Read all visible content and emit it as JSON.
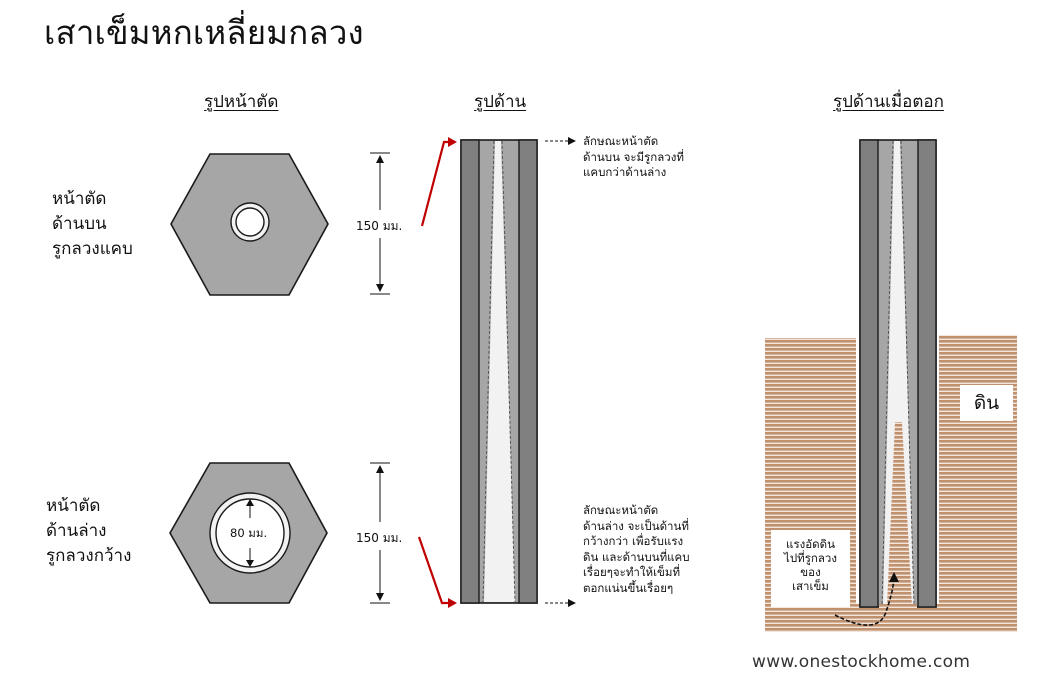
{
  "title": "เสาเข็มหกเหลี่ยมกลวง",
  "headers": {
    "cross_section": "รูปหน้าตัด",
    "side_view": "รูปด้าน",
    "side_view_driven": "รูปด้านเมื่อตอก"
  },
  "cross_section": {
    "top": {
      "label_lines": [
        "หน้าตัด",
        "ด้านบน",
        "รูกลวงแคบ"
      ]
    },
    "bottom": {
      "label_lines": [
        "หน้าตัด",
        "ด้านล่าง",
        "รูกลวงกว้าง"
      ],
      "diameter_label": "80 มม."
    }
  },
  "side_view": {
    "top_dimension": "150 มม.",
    "bottom_dimension": "150 มม.",
    "top_note_lines": [
      "ลักษณะหน้าตัด",
      "ด้านบน จะมีรูกลวงที่",
      "แคบกว่าด้านล่าง"
    ],
    "bottom_note_lines": [
      "ลักษณะหน้าตัด",
      "ด้านล่าง จะเป็นด้านที่",
      "กว้างกว่า เพื่อรับแรง",
      "ดิน และด้านบนที่แคบ",
      "เรื่อยๆจะทำให้เข็มที่",
      "ตอกแน่นขึ้นเรื่อยๆ"
    ]
  },
  "driven_view": {
    "soil_label": "ดิน",
    "force_note_lines": [
      "แรงอัดดิน",
      "ไปที่รูกลวง",
      "ของ",
      "เสาเข็ม"
    ]
  },
  "footer": {
    "url": "www.onestockhome.com"
  },
  "colors": {
    "hexagon_fill": "#a6a6a6",
    "pile_outer": "#808080",
    "pile_inner": "#a6a6a6",
    "hollow": "#f2f2f2",
    "soil": "#c0916f",
    "soil_stripe": "#f3e6dc",
    "red_arrow": "#c00000",
    "outline": "#1a1a1a"
  }
}
